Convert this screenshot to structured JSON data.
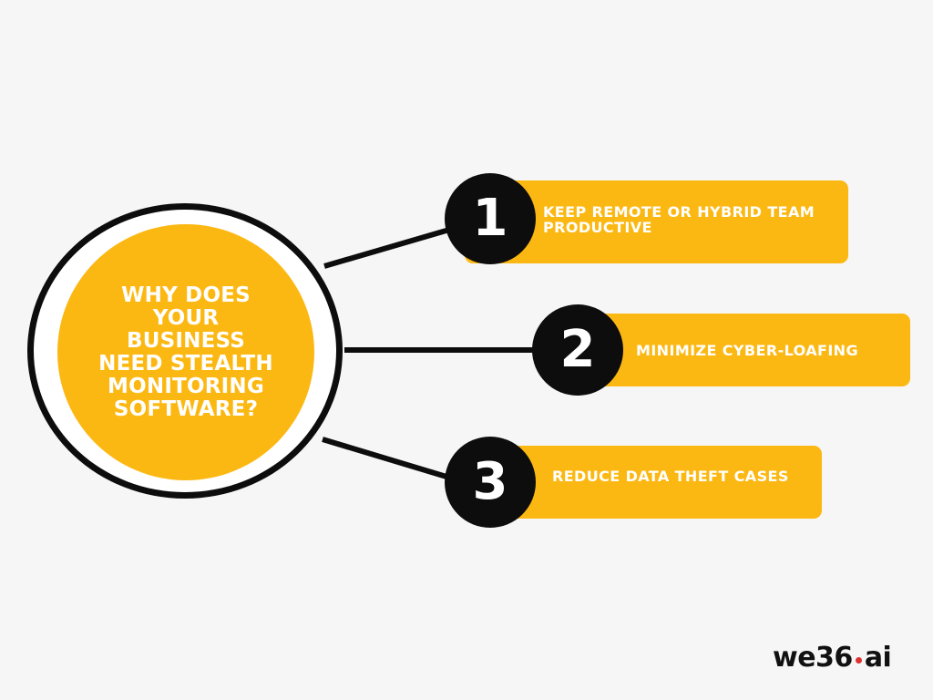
{
  "hub": {
    "title": "WHY DOES\nYOUR\nBUSINESS\nNEED STEALTH\nMONITORING\nSOFTWARE?"
  },
  "items": [
    {
      "number": "1",
      "label": "KEEP REMOTE OR HYBRID TEAM\nPRODUCTIVE"
    },
    {
      "number": "2",
      "label": "MINIMIZE CYBER-LOAFING"
    },
    {
      "number": "3",
      "label": "REDUCE DATA THEFT CASES"
    }
  ],
  "logo": {
    "text_left": "we36",
    "text_right": "ai"
  },
  "colors": {
    "background": "#f6f6f6",
    "accent": "#fcb812",
    "dark": "#0d0d0d",
    "logo_dot": "#e03131"
  }
}
